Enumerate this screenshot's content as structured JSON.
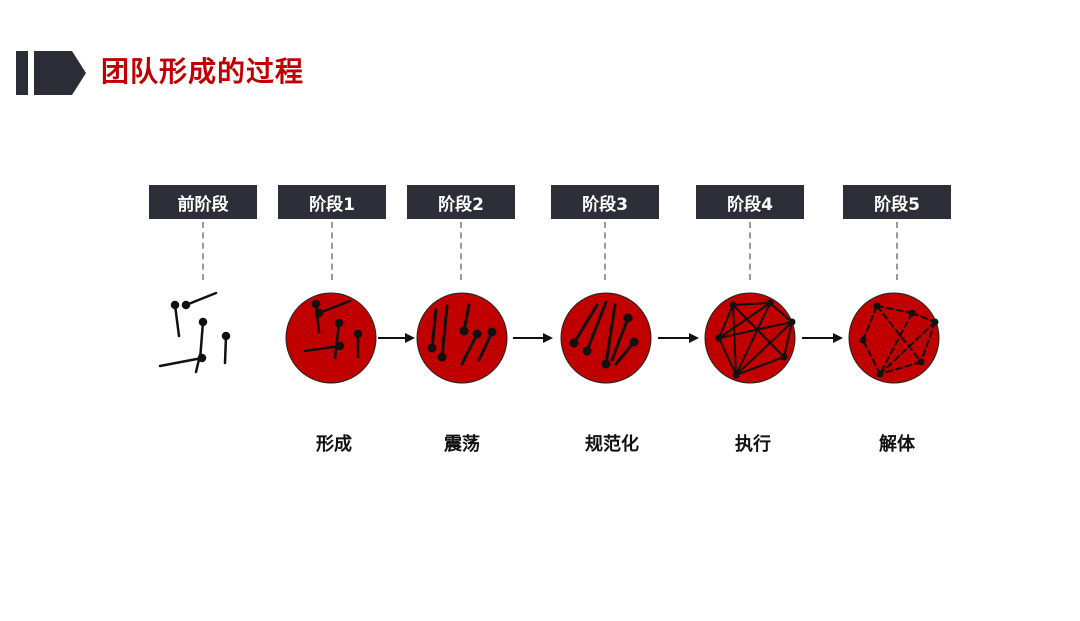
{
  "header": {
    "title": "团队形成的过程"
  },
  "stages": [
    {
      "label": "前阶段",
      "description": ""
    },
    {
      "label": "阶段1",
      "description": "形成"
    },
    {
      "label": "阶段2",
      "description": "震荡"
    },
    {
      "label": "阶段3",
      "description": "规范化"
    },
    {
      "label": "阶段4",
      "description": "执行"
    },
    {
      "label": "阶段5",
      "description": "解体"
    }
  ],
  "colors": {
    "accent": "#c00000",
    "circle_fill": "#c00000",
    "box_bg": "#2c2f38",
    "line": "#111111"
  }
}
